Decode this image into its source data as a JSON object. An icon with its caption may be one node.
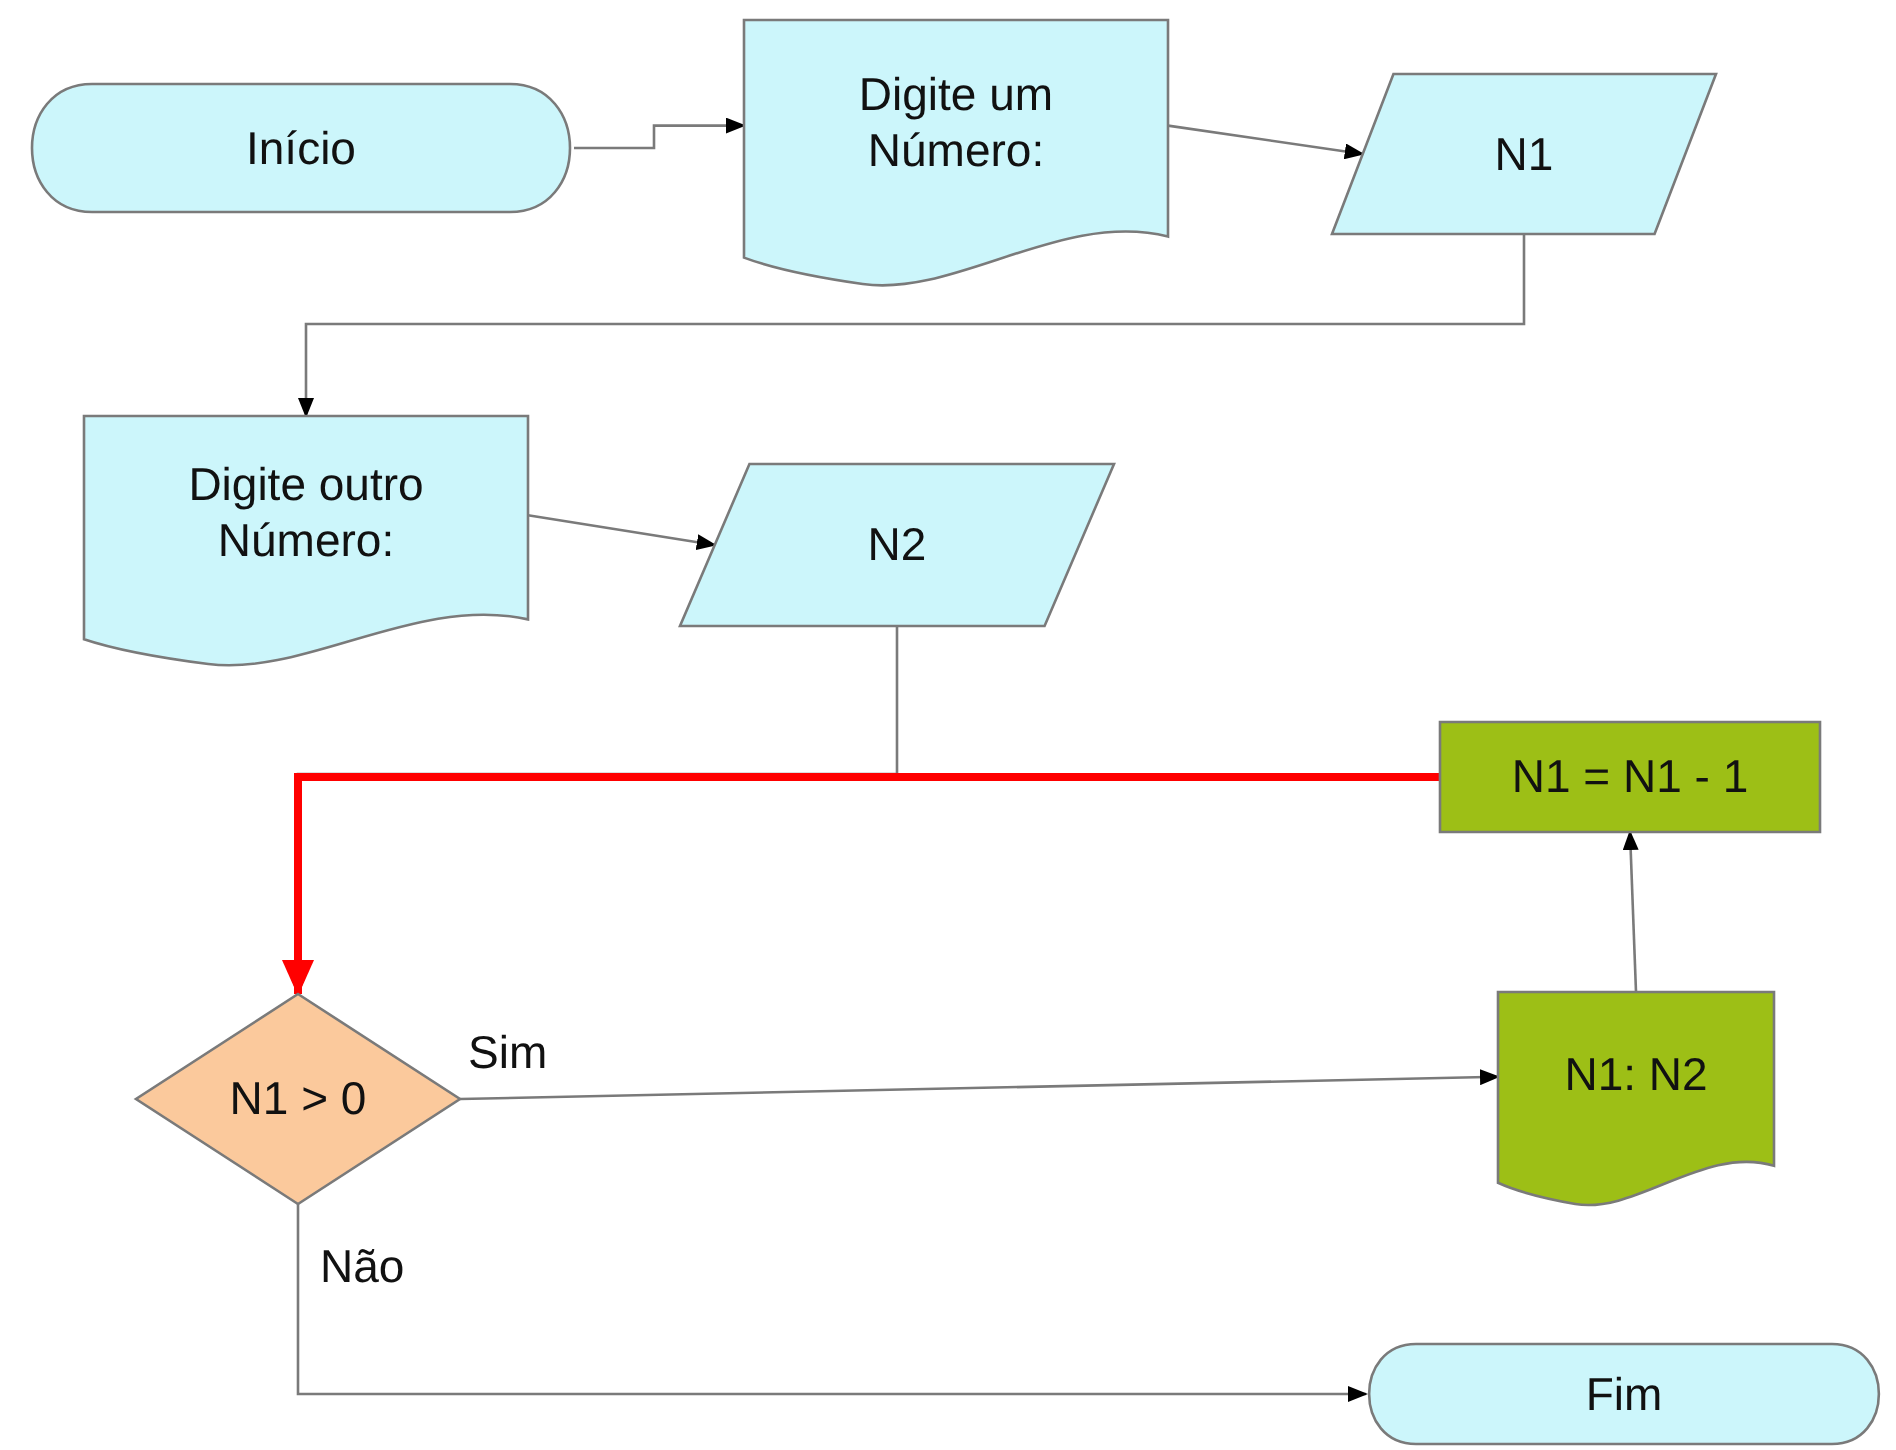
{
  "diagram": {
    "nodes": [
      {
        "text": [
          "Início"
        ]
      },
      {
        "text": [
          "Digite um Número:"
        ]
      },
      {
        "text": [
          "N1"
        ]
      },
      {
        "text": [
          "Digite outro Número:"
        ]
      },
      {
        "text": [
          "N2"
        ]
      },
      {
        "text": [
          "N1 = N1 - 1"
        ]
      },
      {
        "text": [
          "N1 > 0"
        ]
      },
      {
        "text": [
          "N1: N2"
        ]
      },
      {
        "text": [
          "Fim"
        ]
      }
    ],
    "edges": [
      {
        "from": 0,
        "to": 1,
        "arrow": "to"
      },
      {
        "from": 1,
        "to": 2,
        "arrow": "to"
      },
      {
        "from": 2,
        "to": 3,
        "arrow": "to"
      },
      {
        "from": 3,
        "to": 4,
        "arrow": "to"
      },
      {
        "from": 4,
        "to": 6,
        "arrow": "to"
      },
      {
        "from": 5,
        "to": 6,
        "arrow": "to",
        "style": "thick",
        "color": "#ff0000"
      },
      {
        "from": 6,
        "to": 7,
        "arrow": "to",
        "label": "Sim"
      },
      {
        "from": 7,
        "to": 5,
        "arrow": "to"
      },
      {
        "from": 6,
        "to": 8,
        "arrow": "to",
        "label": "Não"
      }
    ]
  }
}
